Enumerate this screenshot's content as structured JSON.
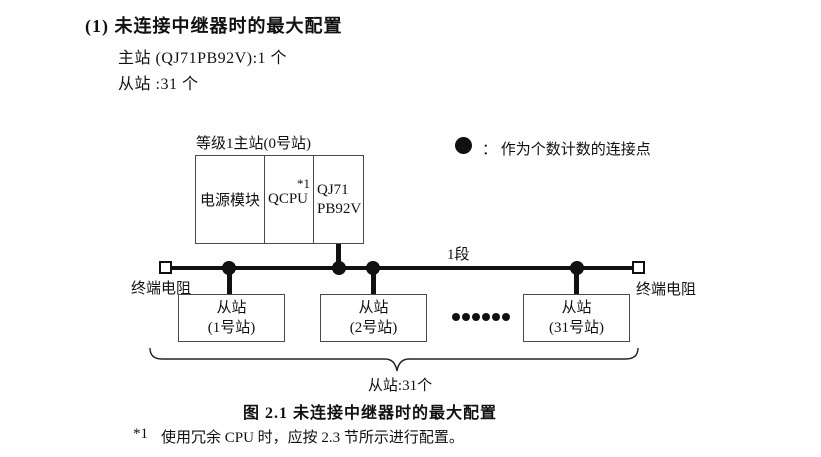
{
  "colors": {
    "ink": "#111111",
    "box_border": "#4a4a4a",
    "background": "#ffffff"
  },
  "header": {
    "heading": "(1) 未连接中继器时的最大配置",
    "master_spec": "主站 (QJ71PB92V):1 个",
    "slave_spec": "从站 :31 个"
  },
  "figure": {
    "master_group_label": "等级1主站(0号站)",
    "master_module_power": "电源模块",
    "master_module_cpu": "QCPU",
    "master_module_cpu_note": "*1",
    "master_module_pb_line1": "QJ71",
    "master_module_pb_line2": "PB92V",
    "legend_text": "：  作为个数计数的连接点",
    "segment_label": "1段",
    "left_terminator_label": "终端电阻",
    "right_terminator_label": "终端电阻",
    "slaves": [
      {
        "line1": "从站",
        "line2": "(1号站)"
      },
      {
        "line1": "从站",
        "line2": "(2号站)"
      },
      {
        "line1": "从站",
        "line2": "(31号站)"
      }
    ],
    "slave_count_label": "从站:31个",
    "caption": "图 2.1 未连接中继器时的最大配置"
  },
  "footnote": {
    "marker": "*1",
    "text": "使用冗余 CPU 时，应按 2.3 节所示进行配置。"
  }
}
